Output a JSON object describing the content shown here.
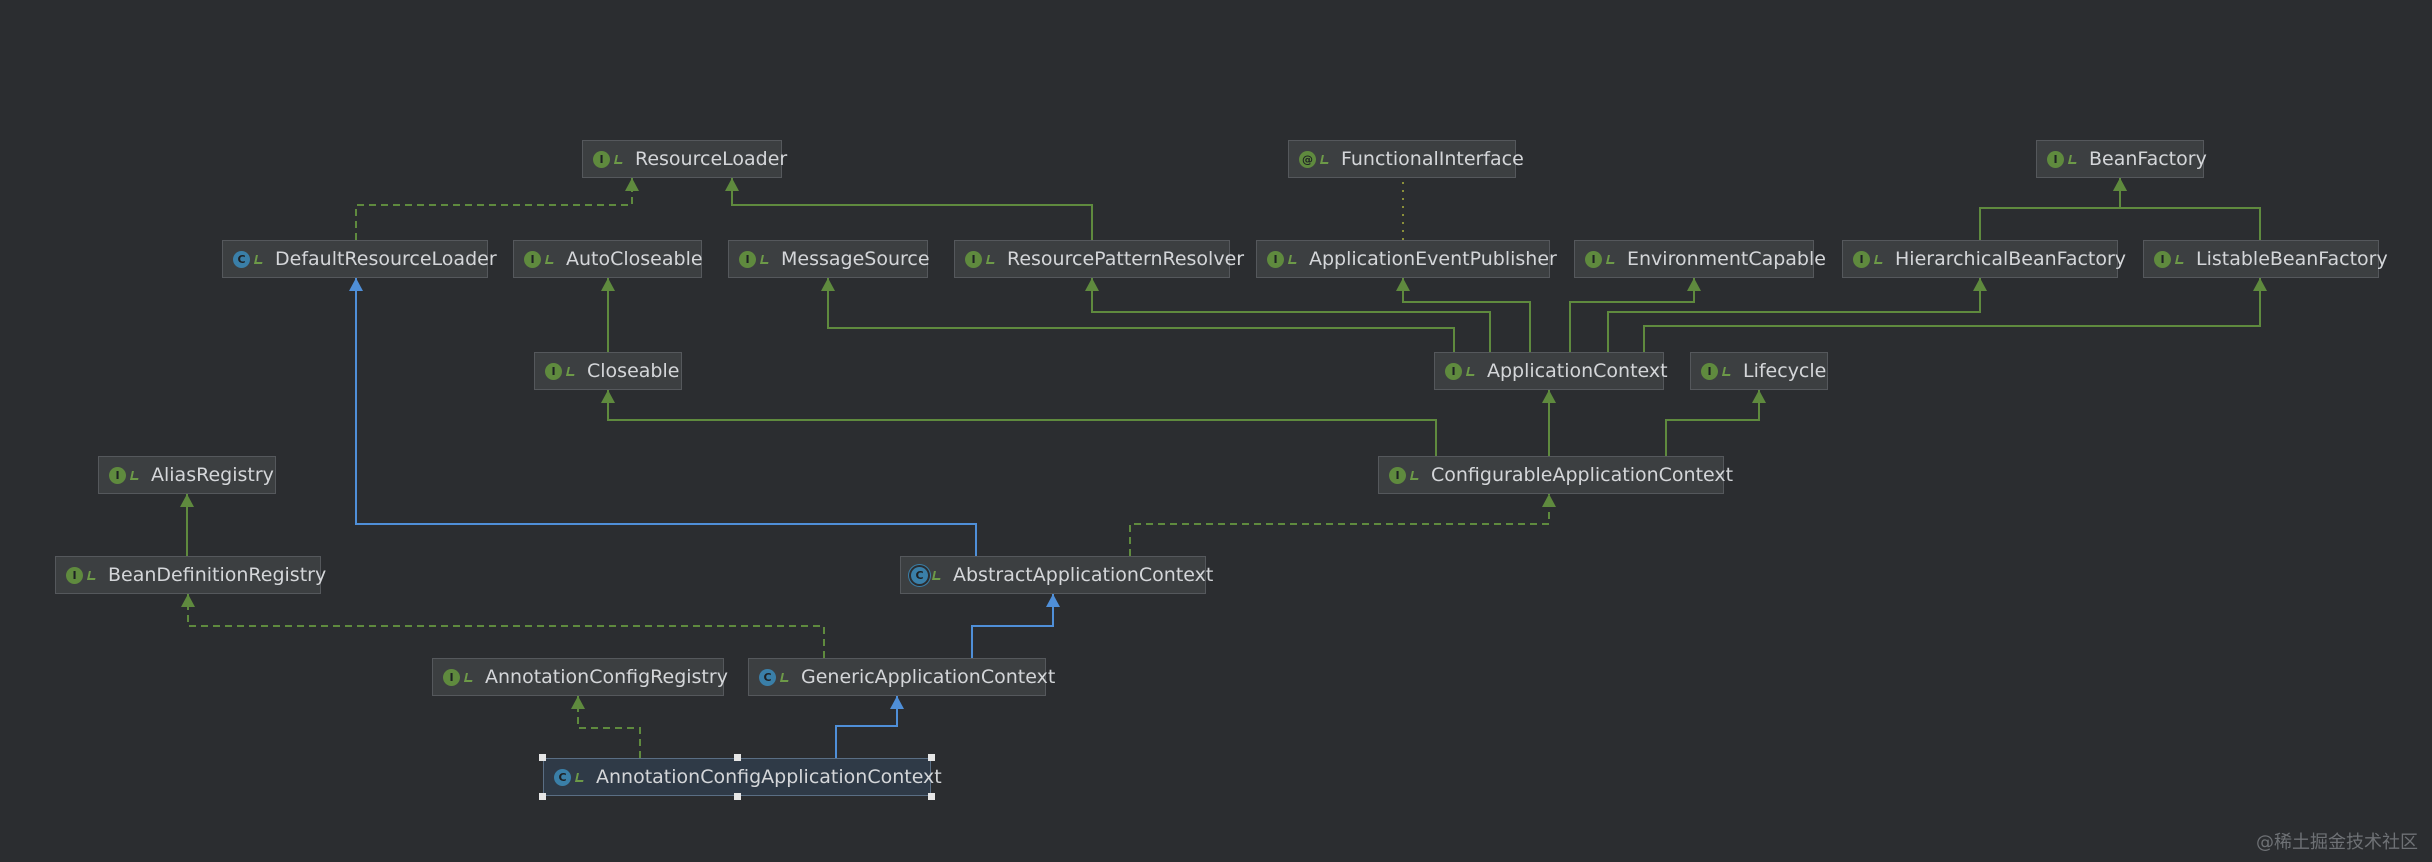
{
  "nodes": [
    {
      "id": "ResourceLoader",
      "label": "ResourceLoader",
      "kind": "interface",
      "glyph": "I"
    },
    {
      "id": "FunctionalInterface",
      "label": "FunctionalInterface",
      "kind": "annotation",
      "glyph": "@"
    },
    {
      "id": "BeanFactory",
      "label": "BeanFactory",
      "kind": "interface",
      "glyph": "I"
    },
    {
      "id": "DefaultResourceLoader",
      "label": "DefaultResourceLoader",
      "kind": "class",
      "glyph": "C"
    },
    {
      "id": "AutoCloseable",
      "label": "AutoCloseable",
      "kind": "interface",
      "glyph": "I"
    },
    {
      "id": "MessageSource",
      "label": "MessageSource",
      "kind": "interface",
      "glyph": "I"
    },
    {
      "id": "ResourcePatternResolver",
      "label": "ResourcePatternResolver",
      "kind": "interface",
      "glyph": "I"
    },
    {
      "id": "ApplicationEventPublisher",
      "label": "ApplicationEventPublisher",
      "kind": "interface",
      "glyph": "I"
    },
    {
      "id": "EnvironmentCapable",
      "label": "EnvironmentCapable",
      "kind": "interface",
      "glyph": "I"
    },
    {
      "id": "HierarchicalBeanFactory",
      "label": "HierarchicalBeanFactory",
      "kind": "interface",
      "glyph": "I"
    },
    {
      "id": "ListableBeanFactory",
      "label": "ListableBeanFactory",
      "kind": "interface",
      "glyph": "I"
    },
    {
      "id": "Closeable",
      "label": "Closeable",
      "kind": "interface",
      "glyph": "I"
    },
    {
      "id": "ApplicationContext",
      "label": "ApplicationContext",
      "kind": "interface",
      "glyph": "I"
    },
    {
      "id": "Lifecycle",
      "label": "Lifecycle",
      "kind": "interface",
      "glyph": "I"
    },
    {
      "id": "AliasRegistry",
      "label": "AliasRegistry",
      "kind": "interface",
      "glyph": "I"
    },
    {
      "id": "ConfigurableApplicationContext",
      "label": "ConfigurableApplicationContext",
      "kind": "interface",
      "glyph": "I"
    },
    {
      "id": "BeanDefinitionRegistry",
      "label": "BeanDefinitionRegistry",
      "kind": "interface",
      "glyph": "I"
    },
    {
      "id": "AbstractApplicationContext",
      "label": "AbstractApplicationContext",
      "kind": "abstract",
      "glyph": "C"
    },
    {
      "id": "AnnotationConfigRegistry",
      "label": "AnnotationConfigRegistry",
      "kind": "interface",
      "glyph": "I"
    },
    {
      "id": "GenericApplicationContext",
      "label": "GenericApplicationContext",
      "kind": "class",
      "glyph": "C"
    },
    {
      "id": "AnnotationConfigApplicationContext",
      "label": "AnnotationConfigApplicationContext",
      "kind": "class",
      "glyph": "C",
      "selected": true
    }
  ],
  "colors": {
    "background": "#2b2d30",
    "extends_interface": "#5f8a3e",
    "extends_class": "#4f8fd8",
    "implements": "#5f8a3e",
    "annotated": "#8a8f3a"
  },
  "watermark": "@稀土掘金技术社区"
}
